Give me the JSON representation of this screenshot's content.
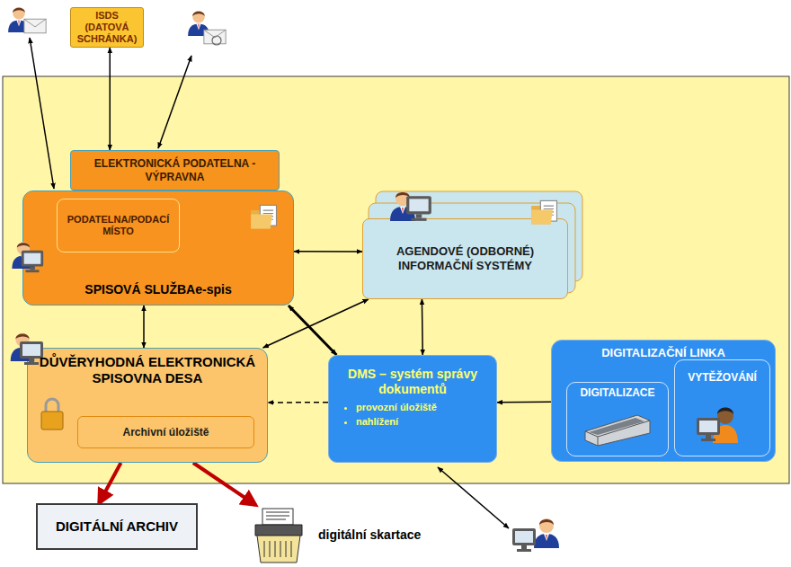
{
  "diagram": {
    "nodes": [
      {
        "text": [
          "ISDS (DATOVÁ SCHRÁNKA)"
        ]
      },
      {
        "text": [
          "ELEKTRONICKÁ PODATELNA - VÝPRAVNA"
        ]
      },
      {
        "text": [
          "SPISOVÁ SLUŽBAe-spis"
        ]
      },
      {
        "text": [
          "PODATELNA/PODACÍ MÍSTO"
        ],
        "in": 2
      },
      {
        "text": [
          "AGENDOVÉ (ODBORNÉ) INFORMAČNÍ SYSTÉMY"
        ]
      },
      {
        "text": [
          "DŮVĚRYHODNÁ ELEKTRONICKÁ SPISOVNA DESA"
        ]
      },
      {
        "text": [
          "Archivní úložiště"
        ],
        "in": 5
      },
      {
        "text": [
          "DMS – systém správy dokumentů",
          "provozní úložiště",
          "nahlížení"
        ]
      },
      {
        "text": [
          "DIGITALIZAČNÍ LINKA"
        ]
      },
      {
        "text": [
          "DIGITALIZACE"
        ],
        "in": 8
      },
      {
        "text": [
          "VYTĚŽOVÁNÍ"
        ],
        "in": 8
      },
      {
        "text": [
          "DIGITÁLNÍ ARCHIV"
        ]
      },
      {
        "text": [
          "digitální skartace"
        ]
      }
    ],
    "edges": [
      {
        "from": 0,
        "to": 1,
        "arrow": "both"
      },
      {
        "from": 2,
        "to": 4,
        "arrow": "both"
      },
      {
        "from": 2,
        "to": 5,
        "arrow": "both"
      },
      {
        "from": 5,
        "to": 4,
        "arrow": "both"
      },
      {
        "from": 2,
        "to": 7,
        "arrow": "both"
      },
      {
        "from": 4,
        "to": 7,
        "arrow": "both"
      },
      {
        "from": 7,
        "to": 5,
        "arrow": "to"
      },
      {
        "from": 8,
        "to": 7,
        "arrow": "to"
      },
      {
        "from": 5,
        "to": 11,
        "arrow": "to"
      },
      {
        "from": 5,
        "to": 12,
        "arrow": "to"
      }
    ]
  }
}
